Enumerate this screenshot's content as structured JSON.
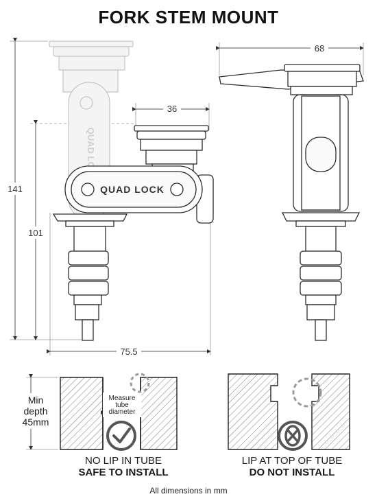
{
  "title": "FORK STEM MOUNT",
  "dimensions": {
    "total_height": "141",
    "lower_height": "101",
    "head_width_side": "36",
    "total_width_front": "75.5",
    "head_width_right": "68"
  },
  "brand_text": "QUAD LOCK",
  "install_guide": {
    "min_depth": [
      "Min",
      "depth",
      "45mm"
    ],
    "measure_label": [
      "Measure",
      "tube",
      "diameter"
    ],
    "left_caption_line1": "NO LIP IN TUBE",
    "left_caption_line2": "SAFE TO INSTALL",
    "right_caption_line1": "LIP AT TOP OF TUBE",
    "right_caption_line2": "DO NOT INSTALL",
    "left_icon": "checkmark-icon",
    "right_icon": "x-icon"
  },
  "footer": "All dimensions in mm",
  "colors": {
    "line": "#2b2b2b",
    "ghost": "#c9c9c9",
    "dash_circle": "#9a9a9a"
  }
}
